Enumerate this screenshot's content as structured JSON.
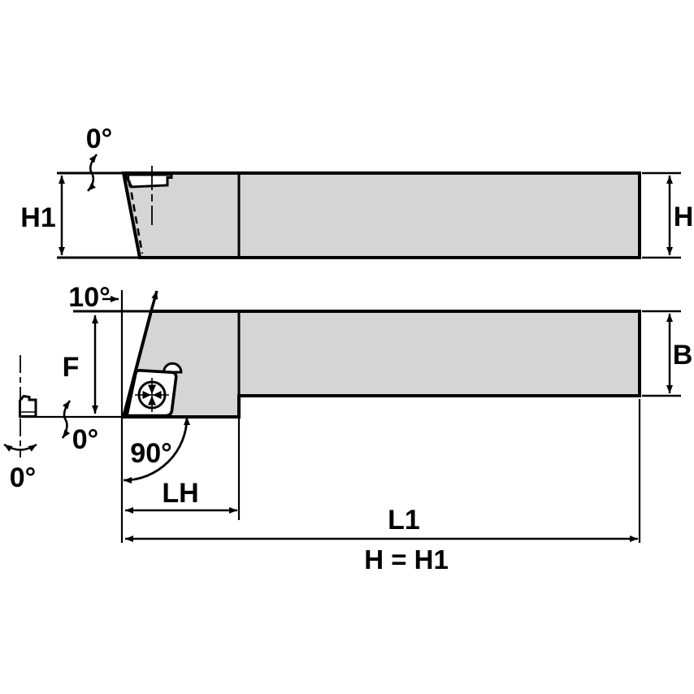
{
  "drawing": {
    "type": "technical-drawing",
    "subject": "lathe toolholder, side view and top view with dimensions",
    "colors": {
      "body_fill": "#d5d5d5",
      "outline": "#000000",
      "background": "#ffffff"
    },
    "labels": {
      "side_view": {
        "rake_angle": "0°",
        "height_left": "H1",
        "height_right": "H"
      },
      "top_view": {
        "back_angle": "10°",
        "nose_offset": "F",
        "inclination_angle": "0°",
        "end_view_angle": "0°",
        "lead_angle": "90°",
        "head_length": "LH",
        "overall_length": "L1",
        "shank_width": "B"
      },
      "note": "H = H1"
    }
  }
}
